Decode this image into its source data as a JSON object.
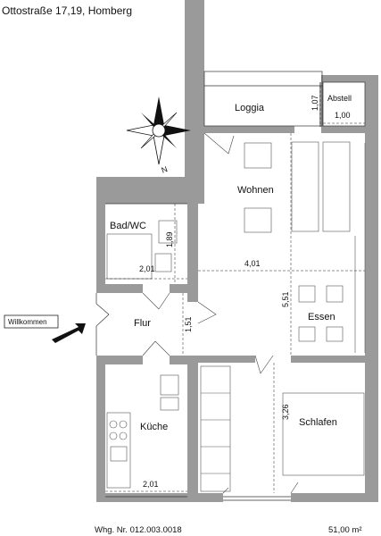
{
  "header": {
    "address": "Ottostraße 17,19, Homberg"
  },
  "rooms": {
    "loggia": "Loggia",
    "abstell": "Abstell",
    "wohnen": "Wohnen",
    "bad_wc": "Bad/WC",
    "flur": "Flur",
    "essen": "Essen",
    "kueche": "Küche",
    "schlafen": "Schlafen"
  },
  "dimensions": {
    "loggia_depth": "1,07",
    "abstell_width": "1,00",
    "bad_depth": "1,89",
    "bad_width": "2,01",
    "wohnen_width": "4,01",
    "wohnen_essen_depth": "5,51",
    "flur_depth": "1,51",
    "schlafen_depth": "3,26",
    "kueche_width": "2,01"
  },
  "entrance": {
    "label": "Willkommen"
  },
  "compass": {
    "north": "N"
  },
  "footer": {
    "unit_number": "Whg. Nr. 012.003.0018",
    "area": "51,00 m²"
  },
  "colors": {
    "wall": "#9a9a9a",
    "line": "#333333",
    "background": "#ffffff"
  }
}
